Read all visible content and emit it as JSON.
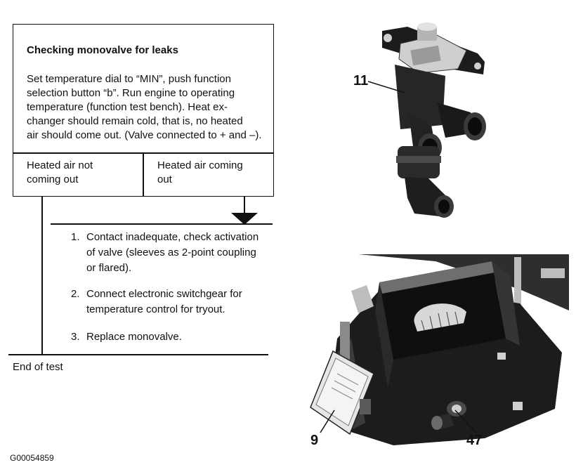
{
  "box": {
    "title": "Checking monovalve for leaks",
    "description": [
      "Set temperature dial to “MIN”, push function",
      "selection button “b”. Run engine to operating",
      "temperature (function test bench). Heat ex-",
      "changer should remain cold, that is, no heated",
      "air should come out. (Valve connected to + and –)."
    ]
  },
  "branches": {
    "left": [
      "Heated air not",
      "coming out"
    ],
    "right": [
      "Heated air coming",
      "out"
    ]
  },
  "steps": [
    {
      "num": "1.",
      "lines": [
        "Contact inadequate, check activation",
        "of valve (sleeves as 2-point coupling",
        "or flared)."
      ]
    },
    {
      "num": "2.",
      "lines": [
        "Connect electronic switchgear for",
        "temperature control for tryout."
      ]
    },
    {
      "num": "3.",
      "lines": [
        "Replace monovalve."
      ]
    }
  ],
  "end_label": "End of test",
  "figure_id": "G00054859",
  "callouts": {
    "valve": "11",
    "module": "9",
    "connector": "47"
  },
  "colors": {
    "line": "#111111",
    "photo_dark": "#1c1c1c",
    "photo_mid": "#4a4a4a",
    "photo_light": "#cfcfcf"
  }
}
